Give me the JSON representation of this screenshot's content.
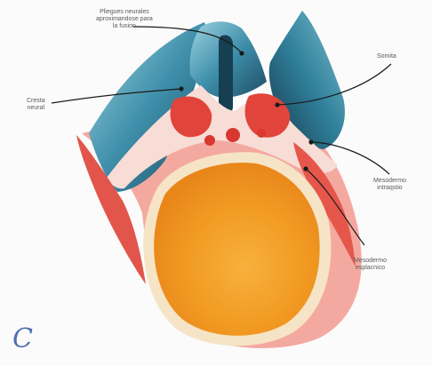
{
  "panel_letter": "C",
  "labels": {
    "neural_folds": [
      "Pliegues neurales",
      "aproximandose para",
      "la fusion"
    ],
    "neural_groove": [
      "Cresta",
      "neural"
    ],
    "somite": [
      "Somita"
    ],
    "intermediate_mesoderm": [
      "Mesodermo",
      "intraqstio"
    ],
    "splanchnic_mesoderm": [
      "Mesodermo",
      "esplacnico"
    ]
  },
  "colors": {
    "ectoderm": "#2f7f9a",
    "mesoderm": "#e04a3e",
    "yolk": "#f2a028",
    "endoderm": "#f6e7c8"
  }
}
